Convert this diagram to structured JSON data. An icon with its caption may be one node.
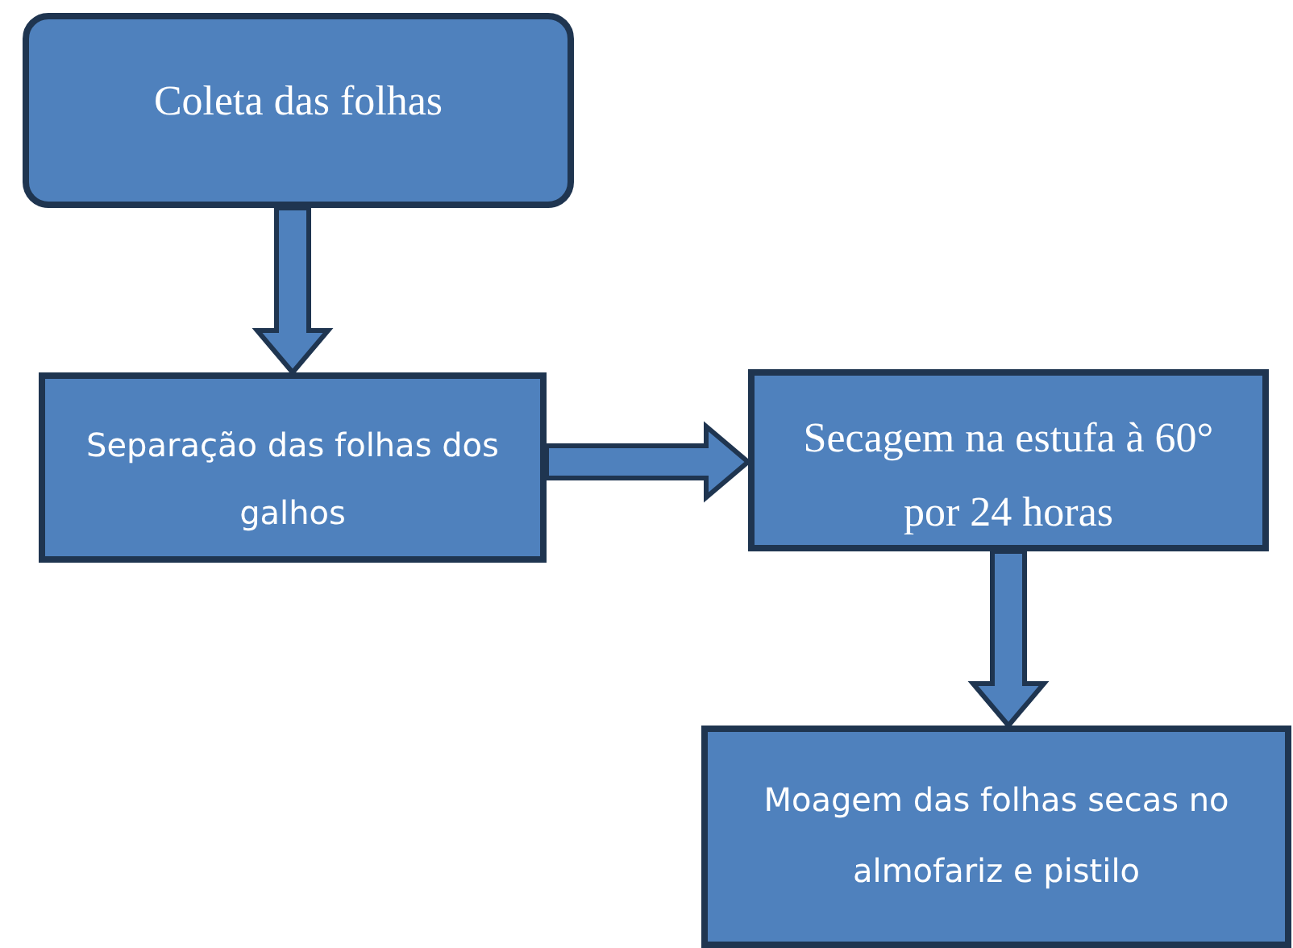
{
  "diagram": {
    "nodes": [
      {
        "text": [
          "Coleta das folhas"
        ]
      },
      {
        "text": [
          "Separação das folhas dos galhos"
        ]
      },
      {
        "text": [
          "Secagem na estufa à 60° por 24 horas"
        ]
      },
      {
        "text": [
          "Moagem das folhas secas no almofariz e pistilo"
        ]
      }
    ],
    "edges": [
      {
        "from": 0,
        "to": 1,
        "arrow": "to"
      },
      {
        "from": 1,
        "to": 2,
        "arrow": "to"
      },
      {
        "from": 2,
        "to": 3,
        "arrow": "to"
      }
    ]
  }
}
